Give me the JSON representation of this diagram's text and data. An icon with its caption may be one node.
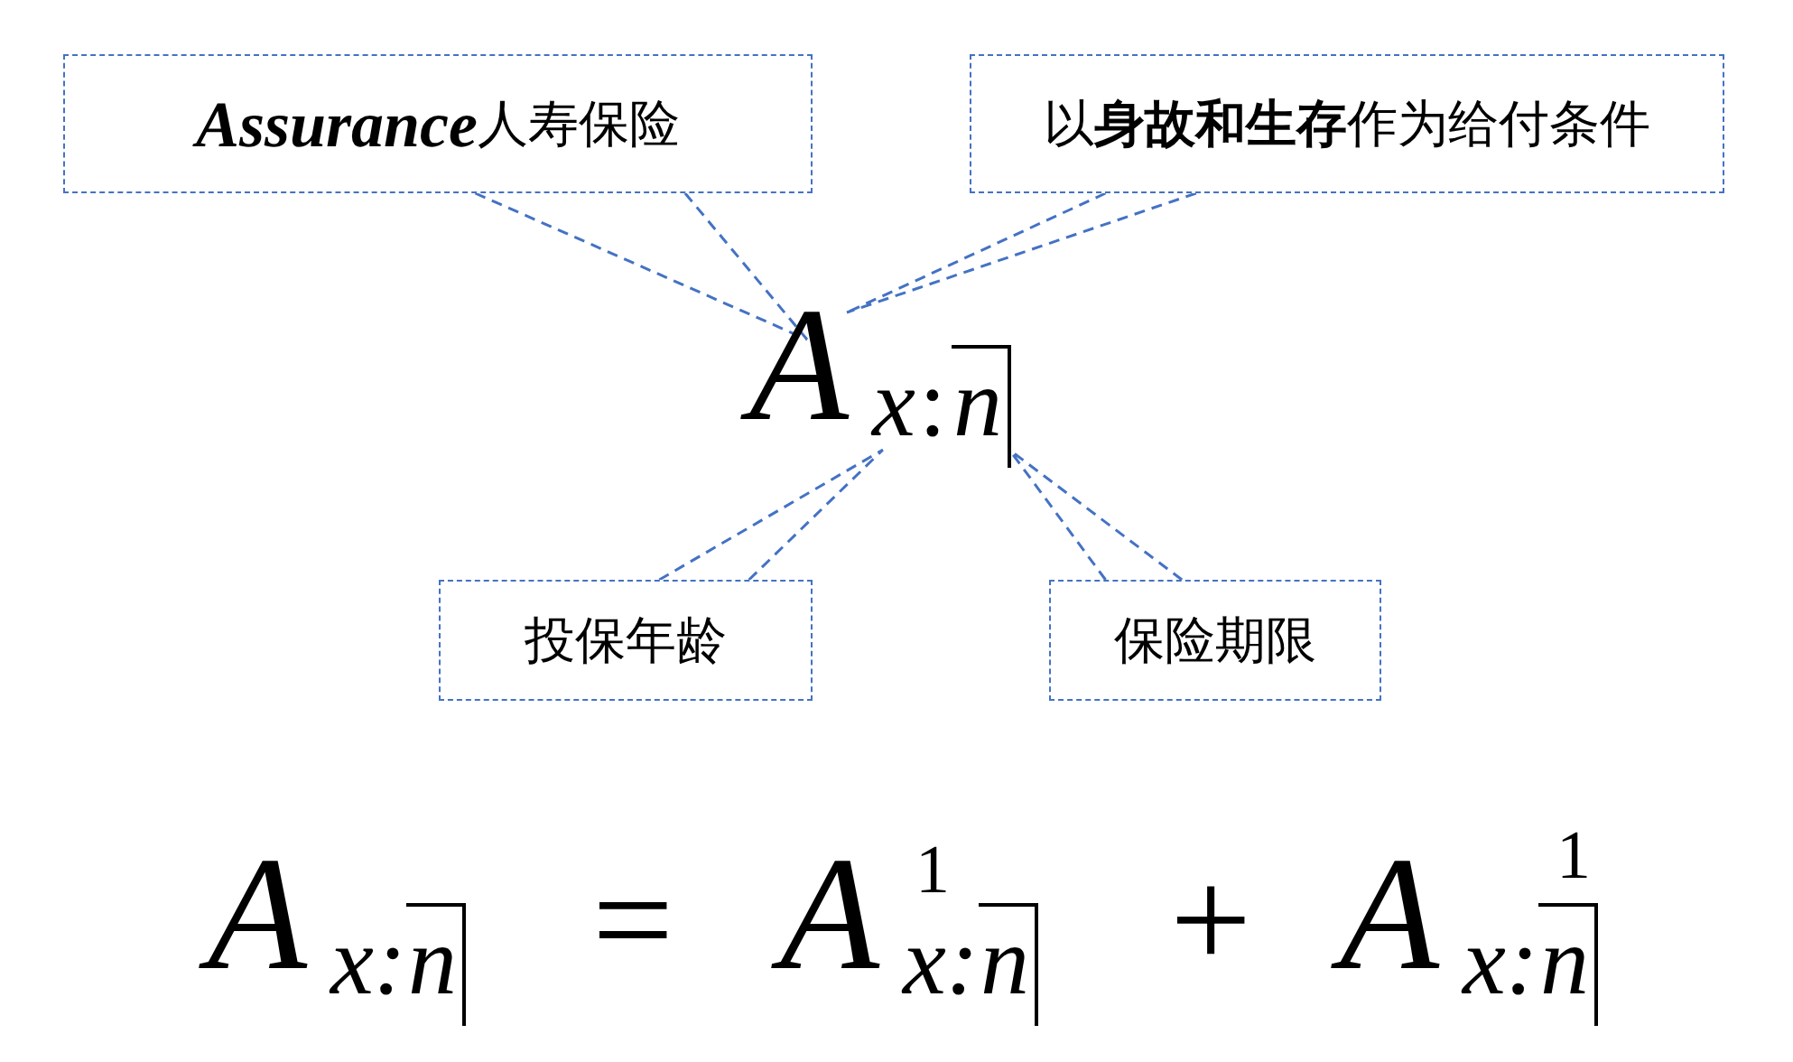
{
  "diagram": {
    "nodes": [
      {
        "text": [
          "**Assurance**人寿保险"
        ]
      },
      {
        "text": [
          "以**身故和生存**作为给付条件"
        ]
      },
      {
        "text": [
          "投保年龄"
        ]
      },
      {
        "text": [
          "保险期限"
        ]
      },
      {
        "text": [
          "A"
        ]
      },
      {
        "text": [
          "x"
        ]
      },
      {
        "text": [
          "n"
        ]
      }
    ],
    "edges": [
      {
        "from": 0,
        "to": 4,
        "arrow": "none",
        "style": "dashed"
      },
      {
        "from": 1,
        "to": 4,
        "arrow": "none",
        "style": "dashed"
      },
      {
        "from": 2,
        "to": 5,
        "arrow": "none",
        "style": "dashed"
      },
      {
        "from": 3,
        "to": 6,
        "arrow": "none",
        "style": "dashed"
      }
    ],
    "labels": [
      ":",
      "A",
      "x:",
      "n",
      "=",
      "A",
      "1",
      "x:",
      "n",
      "+",
      "A",
      "x:",
      "1",
      "n"
    ]
  }
}
